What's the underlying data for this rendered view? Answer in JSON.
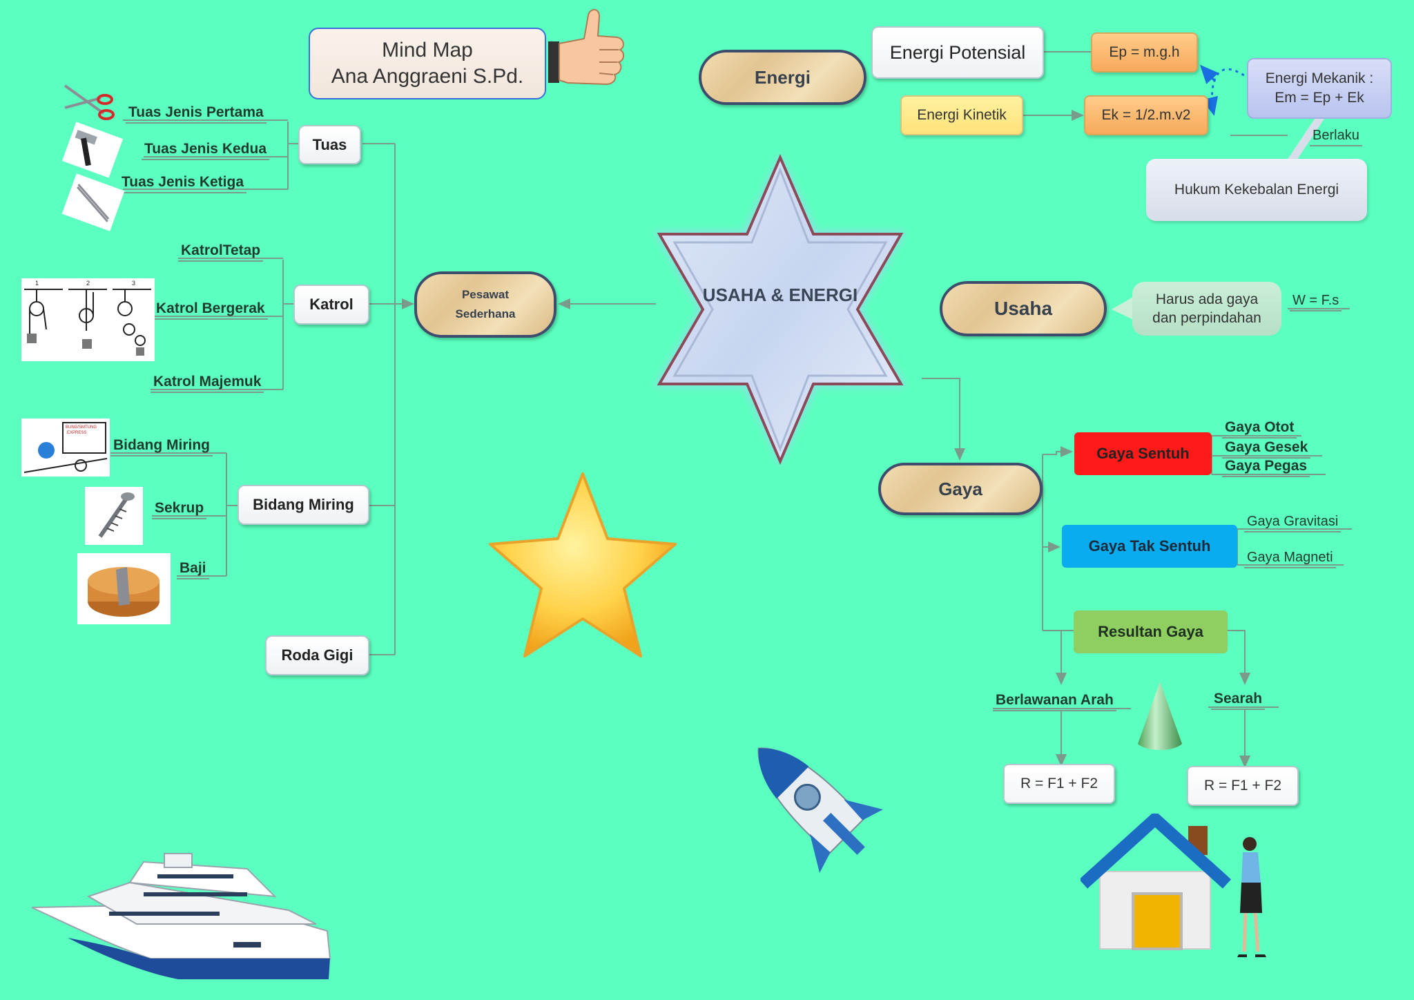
{
  "header": {
    "title_line1": "Mind Map",
    "title_line2": "Ana Anggraeni S.Pd."
  },
  "center": {
    "label": "USAHA & ENERGI"
  },
  "pesawat": {
    "label_line1": "Pesawat",
    "label_line2": "Sederhana",
    "tuas": {
      "label": "Tuas",
      "items": [
        "Tuas Jenis Pertama",
        "Tuas Jenis Kedua",
        "Tuas Jenis Ketiga"
      ]
    },
    "katrol": {
      "label": "Katrol",
      "items": [
        "KatrolTetap",
        "Katrol Bergerak",
        "Katrol Majemuk"
      ]
    },
    "bidang": {
      "label": "Bidang Miring",
      "items": [
        "Bidang Miring",
        "Sekrup",
        "Baji"
      ]
    },
    "roda": {
      "label": "Roda Gigi"
    },
    "pulley_numbers": [
      "1",
      "2",
      "3"
    ],
    "cart_text_line1": "BUNG/SMTUNG",
    "cart_text_line2": "EXPRESS"
  },
  "energi": {
    "label": "Energi",
    "potensial": "Energi Potensial",
    "kinetik": "Energi Kinetik",
    "ep_formula": "Ep = m.g.h",
    "ek_formula": "Ek = 1/2.m.v2",
    "mekanik_line1": "Energi Mekanik :",
    "mekanik_line2": "Em = Ep + Ek",
    "berlaku": "Berlaku",
    "hukum": "Hukum Kekebalan Energi"
  },
  "usaha": {
    "label": "Usaha",
    "desc_line1": "Harus ada gaya",
    "desc_line2": "dan perpindahan",
    "formula": "W = F.s"
  },
  "gaya": {
    "label": "Gaya",
    "sentuh": {
      "label": "Gaya Sentuh",
      "items": [
        "Gaya Otot",
        "Gaya Gesek",
        "Gaya Pegas"
      ]
    },
    "tak_sentuh": {
      "label": "Gaya Tak Sentuh",
      "items": [
        "Gaya Gravitasi",
        "Gaya Magneti"
      ]
    },
    "resultan": {
      "label": "Resultan Gaya",
      "berlawanan": "Berlawanan Arah",
      "searah": "Searah",
      "formula_left": "R = F1 + F2",
      "formula_right": "R = F1 + F2"
    }
  },
  "colors": {
    "background": "#5bffbf",
    "gaya_sentuh": "#ff1a1a",
    "gaya_tak_sentuh": "#0aacf0",
    "resultan_gaya": "#8fcf62",
    "title_border": "#3a6dd8"
  },
  "icons": [
    "thumbs-up-icon",
    "scissors-icon",
    "hammer-icon",
    "tweezers-icon",
    "pulley-diagram-icon",
    "cart-ramp-icon",
    "screw-icon",
    "wedge-icon",
    "star-icon",
    "rocket-icon",
    "ship-icon",
    "cone-icon",
    "house-icon",
    "woman-icon"
  ]
}
